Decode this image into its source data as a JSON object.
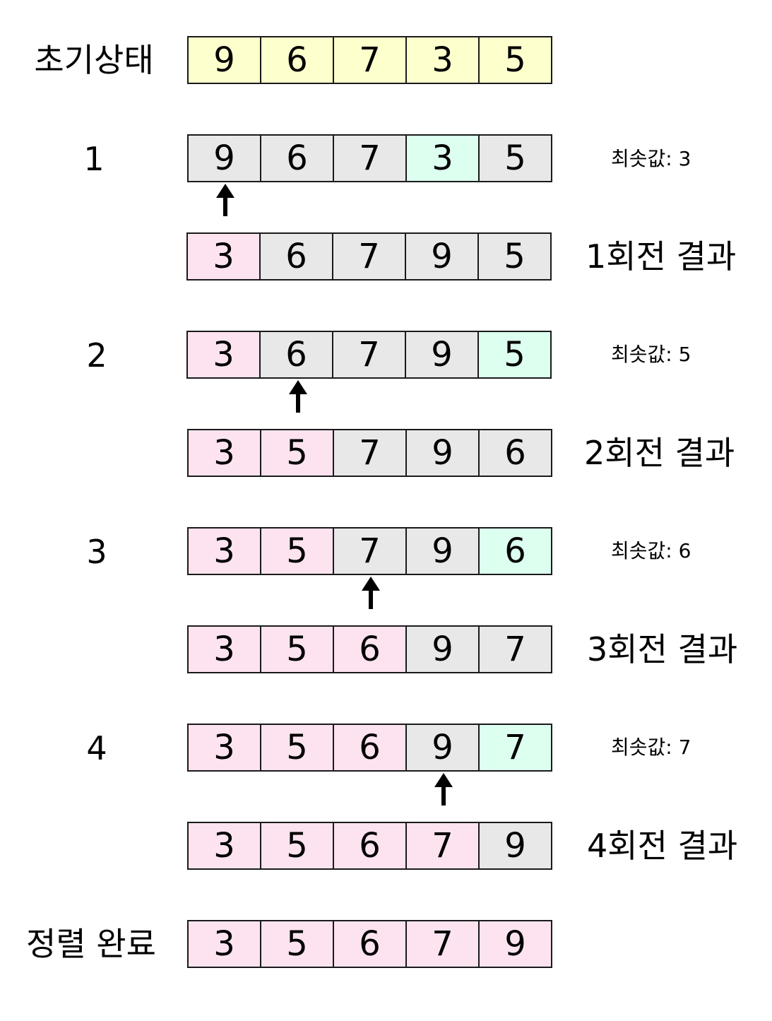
{
  "colors": {
    "initial": "#fdffcc",
    "unsorted": "#e8e8e8",
    "minimum": "#dcfff0",
    "sorted": "#fde3f0",
    "border": "#1a1a1a",
    "arrow": "#000000"
  },
  "initial": {
    "label": "초기상태",
    "cells": [
      {
        "value": "9",
        "state": "initial"
      },
      {
        "value": "6",
        "state": "initial"
      },
      {
        "value": "7",
        "state": "initial"
      },
      {
        "value": "3",
        "state": "initial"
      },
      {
        "value": "5",
        "state": "initial"
      }
    ]
  },
  "passes": [
    {
      "label": "1",
      "min_label": "최솟값: 3",
      "arrow_index": 0,
      "scan": [
        {
          "value": "9",
          "state": "unsorted"
        },
        {
          "value": "6",
          "state": "unsorted"
        },
        {
          "value": "7",
          "state": "unsorted"
        },
        {
          "value": "3",
          "state": "minimum"
        },
        {
          "value": "5",
          "state": "unsorted"
        }
      ],
      "result_label": "1회전 결과",
      "result": [
        {
          "value": "3",
          "state": "sorted"
        },
        {
          "value": "6",
          "state": "unsorted"
        },
        {
          "value": "7",
          "state": "unsorted"
        },
        {
          "value": "9",
          "state": "unsorted"
        },
        {
          "value": "5",
          "state": "unsorted"
        }
      ]
    },
    {
      "label": "2",
      "min_label": "최솟값: 5",
      "arrow_index": 1,
      "scan": [
        {
          "value": "3",
          "state": "sorted"
        },
        {
          "value": "6",
          "state": "unsorted"
        },
        {
          "value": "7",
          "state": "unsorted"
        },
        {
          "value": "9",
          "state": "unsorted"
        },
        {
          "value": "5",
          "state": "minimum"
        }
      ],
      "result_label": "2회전 결과",
      "result": [
        {
          "value": "3",
          "state": "sorted"
        },
        {
          "value": "5",
          "state": "sorted"
        },
        {
          "value": "7",
          "state": "unsorted"
        },
        {
          "value": "9",
          "state": "unsorted"
        },
        {
          "value": "6",
          "state": "unsorted"
        }
      ]
    },
    {
      "label": "3",
      "min_label": "최솟값: 6",
      "arrow_index": 2,
      "scan": [
        {
          "value": "3",
          "state": "sorted"
        },
        {
          "value": "5",
          "state": "sorted"
        },
        {
          "value": "7",
          "state": "unsorted"
        },
        {
          "value": "9",
          "state": "unsorted"
        },
        {
          "value": "6",
          "state": "minimum"
        }
      ],
      "result_label": "3회전 결과",
      "result": [
        {
          "value": "3",
          "state": "sorted"
        },
        {
          "value": "5",
          "state": "sorted"
        },
        {
          "value": "6",
          "state": "sorted"
        },
        {
          "value": "9",
          "state": "unsorted"
        },
        {
          "value": "7",
          "state": "unsorted"
        }
      ]
    },
    {
      "label": "4",
      "min_label": "최솟값: 7",
      "arrow_index": 3,
      "scan": [
        {
          "value": "3",
          "state": "sorted"
        },
        {
          "value": "5",
          "state": "sorted"
        },
        {
          "value": "6",
          "state": "sorted"
        },
        {
          "value": "9",
          "state": "unsorted"
        },
        {
          "value": "7",
          "state": "minimum"
        }
      ],
      "result_label": "4회전 결과",
      "result": [
        {
          "value": "3",
          "state": "sorted"
        },
        {
          "value": "5",
          "state": "sorted"
        },
        {
          "value": "6",
          "state": "sorted"
        },
        {
          "value": "7",
          "state": "sorted"
        },
        {
          "value": "9",
          "state": "unsorted"
        }
      ]
    }
  ],
  "final": {
    "label": "정렬 완료",
    "cells": [
      {
        "value": "3",
        "state": "sorted"
      },
      {
        "value": "5",
        "state": "sorted"
      },
      {
        "value": "6",
        "state": "sorted"
      },
      {
        "value": "7",
        "state": "sorted"
      },
      {
        "value": "9",
        "state": "sorted"
      }
    ]
  }
}
